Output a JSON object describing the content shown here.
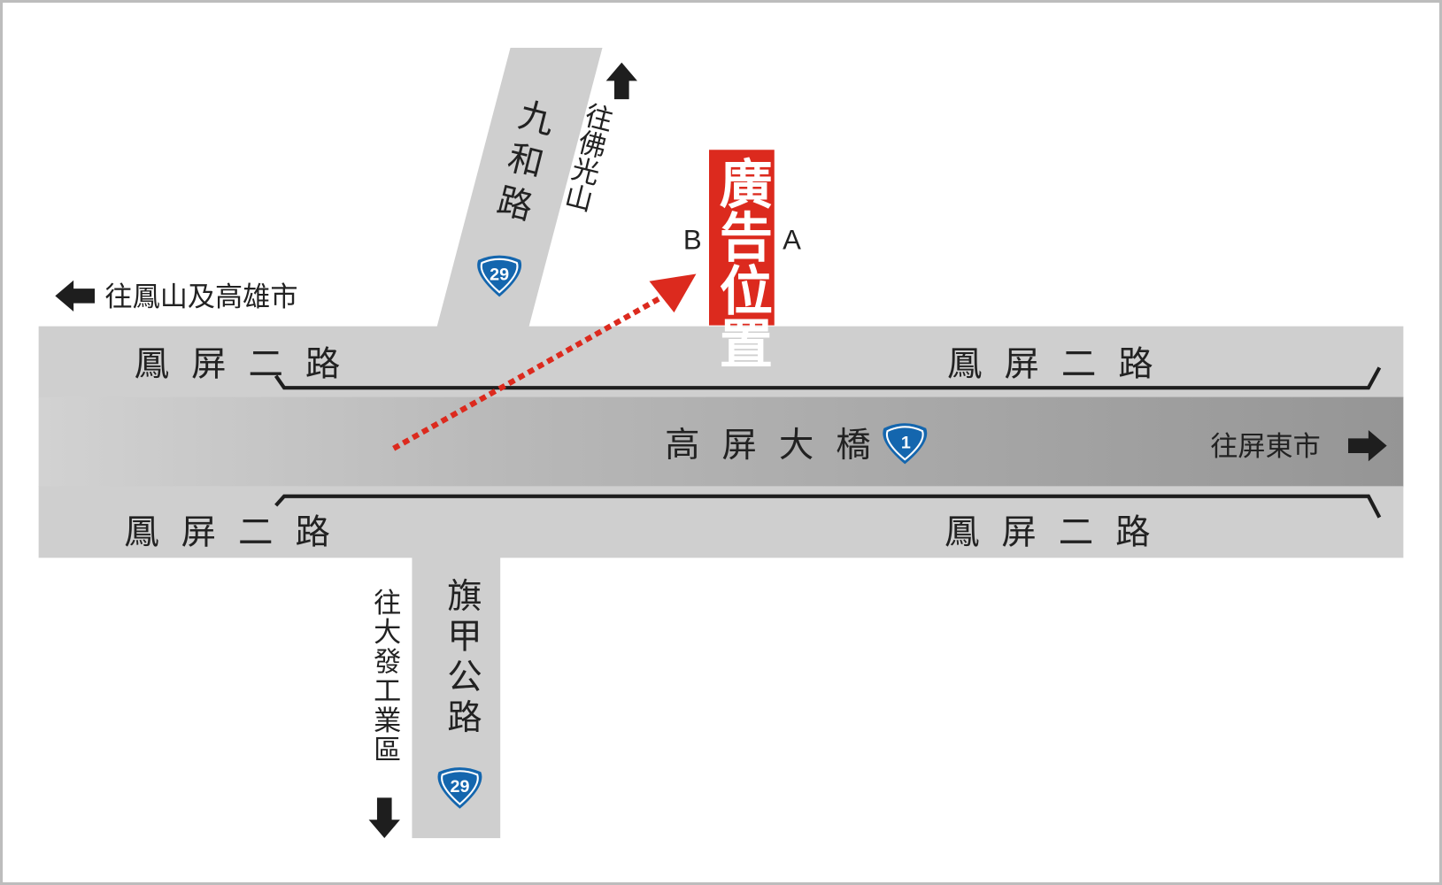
{
  "roads": {
    "main_upper_left": "鳳屏二路",
    "main_upper_right": "鳳屏二路",
    "main_lower_left": "鳳屏二路",
    "main_lower_right": "鳳屏二路",
    "bridge": "高屏大橋",
    "north_road": "九和路",
    "south_road": "旗甲公路"
  },
  "shields": {
    "north_route": "29",
    "south_route": "29",
    "bridge_route": "1"
  },
  "directions": {
    "west": "往鳳山及高雄市",
    "east": "往屏東市",
    "north": "往佛光山",
    "south": "往大發工業區"
  },
  "billboard": {
    "label": "廣告位置",
    "side_a": "A",
    "side_b": "B"
  },
  "colors": {
    "billboard": "#dc2a1e",
    "road_light": "#cfcfcf",
    "road_dark": "#9b9b9b",
    "shield": "#1466ae",
    "arrow": "#dc2a1e"
  }
}
